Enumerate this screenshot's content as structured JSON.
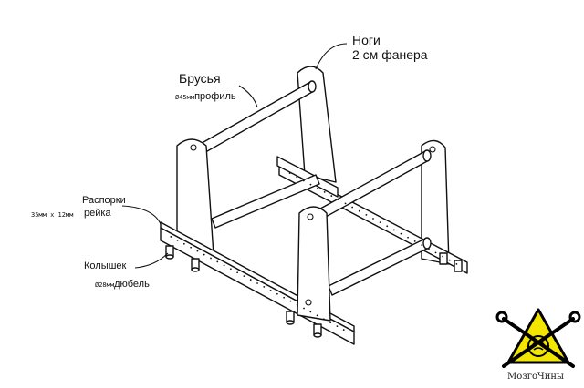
{
  "labels": {
    "legs_title": "Ноги",
    "legs_sub": "2 см фанера",
    "bars_title": "Брусья",
    "bars_dim": "Ø45мм",
    "bars_sub": "профиль",
    "spacer_title": "Распорки",
    "spacer_dim": "35мм х 12мм",
    "spacer_sub": "рейка",
    "peg_title": "Колышек",
    "peg_dim": "Ø28мм",
    "peg_sub": "дюбель"
  },
  "logo": {
    "text": "МозгоЧины",
    "triangle_color": "#f2e500",
    "outline_color": "#000000"
  }
}
